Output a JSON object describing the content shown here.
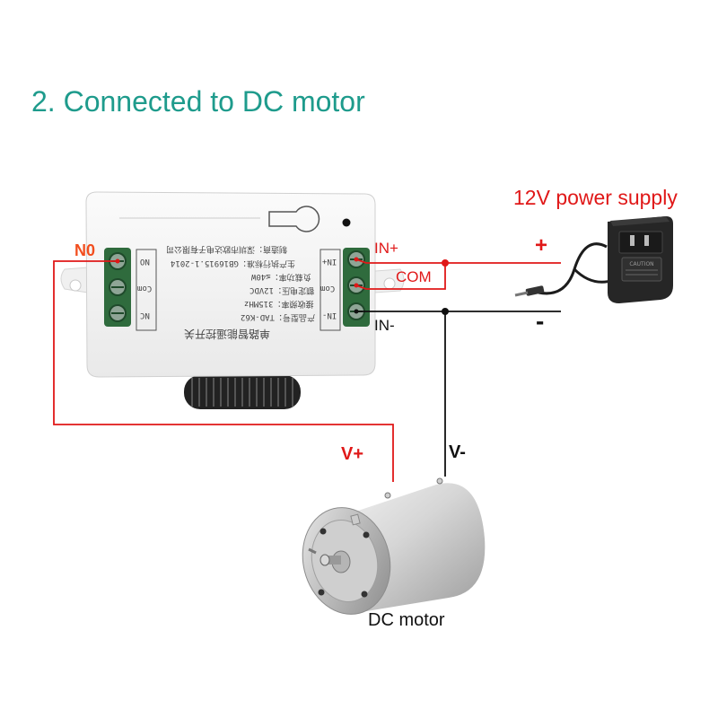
{
  "title": "2. Connected to DC motor",
  "power_supply": {
    "label": "12V power supply",
    "plus": "+",
    "minus": "-",
    "adapter_caution": "CAUTION"
  },
  "relay_module": {
    "terminals_right": {
      "in_plus": "IN+",
      "com": "COM",
      "in_minus": "IN-"
    },
    "terminal_left_no": "N0",
    "pcb_left_labels": [
      "NO",
      "Com",
      "NC"
    ],
    "pcb_right_labels": [
      "IN+",
      "Com",
      "IN-"
    ],
    "pcb_text": [
      "生产执行标准：GB16915.1-2014",
      "负载功率：≤40W",
      "额定电压：12VDC",
      "接收频率：315MHz",
      "产品型号：TAD-K62",
      "单路智能遥控开关",
      "制造商：深圳市欧达电子有限公司"
    ]
  },
  "motor": {
    "label": "DC motor",
    "v_plus": "V+",
    "v_minus": "V-"
  },
  "colors": {
    "title": "#1e9b8c",
    "positive_wire": "#e01818",
    "negative_wire": "#111111",
    "no_label": "#f24e1e",
    "terminal_block": "#2f6b3d"
  }
}
